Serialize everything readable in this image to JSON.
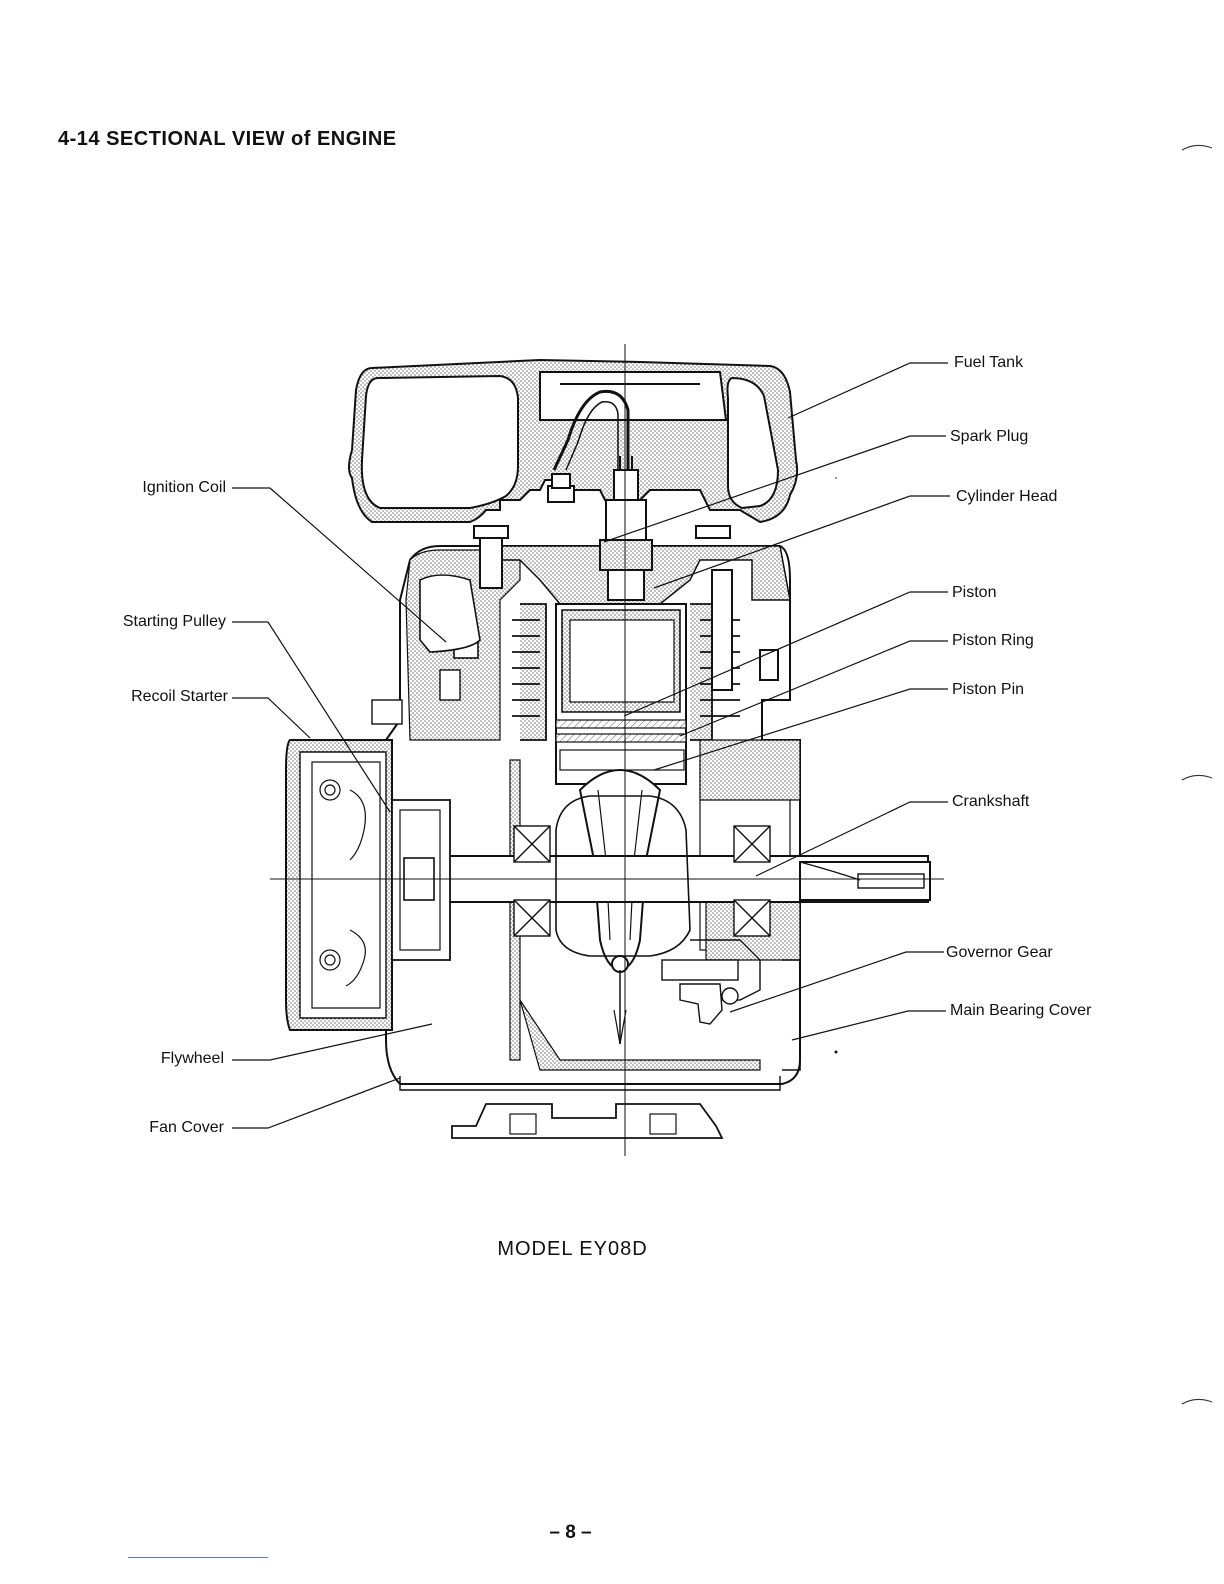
{
  "page": {
    "heading": "4-14  SECTIONAL  VIEW of ENGINE",
    "caption": "MODEL  EY08D",
    "page_number": "– 8 –"
  },
  "labels": {
    "left": [
      {
        "id": "ignition-coil",
        "text": "Ignition Coil"
      },
      {
        "id": "starting-pulley",
        "text": "Starting Pulley"
      },
      {
        "id": "recoil-starter",
        "text": "Recoil Starter"
      },
      {
        "id": "flywheel",
        "text": "Flywheel"
      },
      {
        "id": "fan-cover",
        "text": "Fan Cover"
      }
    ],
    "right": [
      {
        "id": "fuel-tank",
        "text": "Fuel Tank"
      },
      {
        "id": "spark-plug",
        "text": "Spark Plug"
      },
      {
        "id": "cylinder-head",
        "text": "Cylinder Head"
      },
      {
        "id": "piston",
        "text": "Piston"
      },
      {
        "id": "piston-ring",
        "text": "Piston Ring"
      },
      {
        "id": "piston-pin",
        "text": "Piston Pin"
      },
      {
        "id": "crankshaft",
        "text": "Crankshaft"
      },
      {
        "id": "governor-gear",
        "text": "Governor Gear"
      },
      {
        "id": "main-bearing-cover",
        "text": "Main Bearing Cover"
      }
    ]
  },
  "colors": {
    "ink": "#111111",
    "hatch": "#bdbdbd",
    "underline": "#5b78c8"
  }
}
